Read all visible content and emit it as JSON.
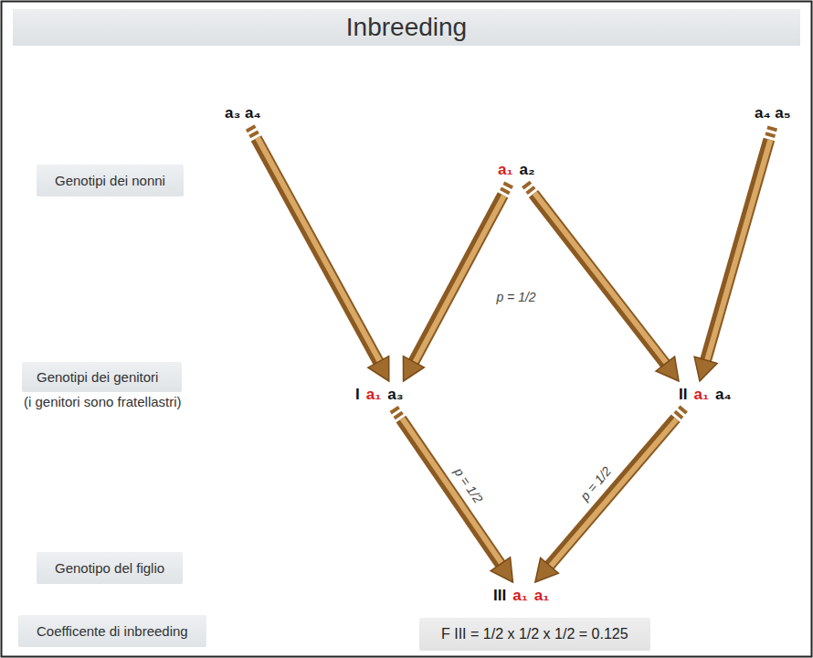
{
  "diagram": {
    "title": "Inbreeding",
    "nodes": [
      {
        "text": [
          "a₃ a₄"
        ]
      },
      {
        "text": [
          "a₄ a₅"
        ]
      },
      {
        "text": [
          "Genotipi dei nonni"
        ]
      },
      {
        "text": [
          "a₁",
          "a₂"
        ]
      },
      {
        "text": [
          "Genotipi dei genitori",
          "(i genitori sono fratellastri)"
        ]
      },
      {
        "text": [
          "I",
          "a₁",
          "a₃"
        ]
      },
      {
        "text": [
          "II",
          "a₁",
          "a₄"
        ]
      },
      {
        "text": [
          "Genotipo del figlio"
        ]
      },
      {
        "text": [
          "III",
          "a₁",
          "a₁"
        ]
      },
      {
        "text": [
          "Coefficente di inbreeding"
        ]
      },
      {
        "text": [
          "F III = 1/2 x 1/2 x 1/2 = 0.125"
        ]
      }
    ],
    "edges": [
      {
        "from": 0,
        "to": 5,
        "arrow": "to"
      },
      {
        "from": 3,
        "to": 5,
        "arrow": "to"
      },
      {
        "from": 3,
        "to": 6,
        "arrow": "to"
      },
      {
        "from": 1,
        "to": 6,
        "arrow": "to"
      },
      {
        "from": 5,
        "to": 8,
        "arrow": "to",
        "label": "p = 1/2"
      },
      {
        "from": 6,
        "to": 8,
        "arrow": "to",
        "label": "p = 1/2"
      }
    ],
    "labels": [
      "p = 1/2"
    ]
  }
}
